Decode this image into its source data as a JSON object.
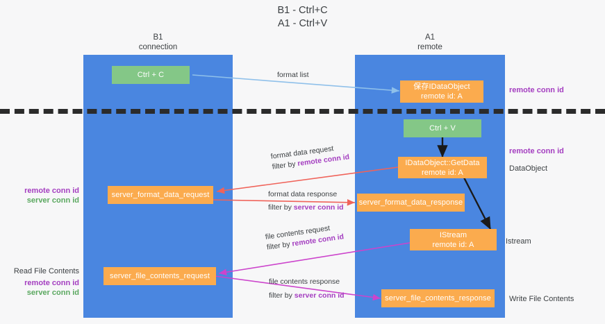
{
  "title": "B1 - Ctrl+C\nA1 - Ctrl+V",
  "columns": [
    {
      "name": "B1",
      "role": "connection"
    },
    {
      "name": "A1",
      "role": "remote"
    }
  ],
  "nodes": {
    "ctrl_c": {
      "label": "Ctrl + C"
    },
    "ctrl_v": {
      "label": "Ctrl + V"
    },
    "save_dataobject": {
      "line1": "保存IDataObject",
      "line2": "remote id: A"
    },
    "getdata": {
      "line1": "IDataObject::GetData",
      "line2": "remote id: A"
    },
    "istream": {
      "line1": "IStream",
      "line2": "remote id: A"
    },
    "server_format_data_request": {
      "label": "server_format_data_request"
    },
    "server_format_data_response": {
      "label": "server_format_data_response"
    },
    "server_file_contents_request": {
      "label": "server_file_contents_request"
    },
    "server_file_contents_response": {
      "label": "server_file_contents_response"
    }
  },
  "edge_labels": {
    "format_list": {
      "line1": "format list"
    },
    "format_data_request": {
      "line1": "format data request",
      "line2_prefix": "filter by ",
      "line2_key": "remote conn id"
    },
    "format_data_response": {
      "line1": "format data response",
      "line2_prefix": "filter by ",
      "line2_key": "server conn id"
    },
    "file_contents_request": {
      "line1": "file contents request",
      "line2_prefix": "filter by ",
      "line2_key": "remote conn id"
    },
    "file_contents_response": {
      "line1": "file contents response",
      "line2_prefix": "filter by ",
      "line2_key": "server conn id"
    }
  },
  "annotations": {
    "right_remote_conn_id_top": "remote conn id",
    "right_remote_conn_id_mid": "remote conn id",
    "right_dataobject": "DataObject",
    "right_istream": "Istream",
    "right_write_file_contents": "Write File Contents",
    "left_remote_conn_id_mid": "remote conn id",
    "left_server_conn_id_mid": "server conn id",
    "left_read_file_contents": "Read File Contents",
    "left_remote_conn_id_bot": "remote conn id",
    "left_server_conn_id_bot": "server conn id"
  },
  "colors": {
    "lane": "#4a86e0",
    "node_orange": "#fbab4e",
    "node_green": "#84c787",
    "accent_purple": "#a43ec0",
    "accent_green": "#5ba860",
    "arrow_light_blue": "#8fc0ea",
    "arrow_red": "#f0635a",
    "arrow_magenta": "#cc44cc",
    "arrow_black": "#1a1a1a",
    "background": "#f7f7f8"
  }
}
